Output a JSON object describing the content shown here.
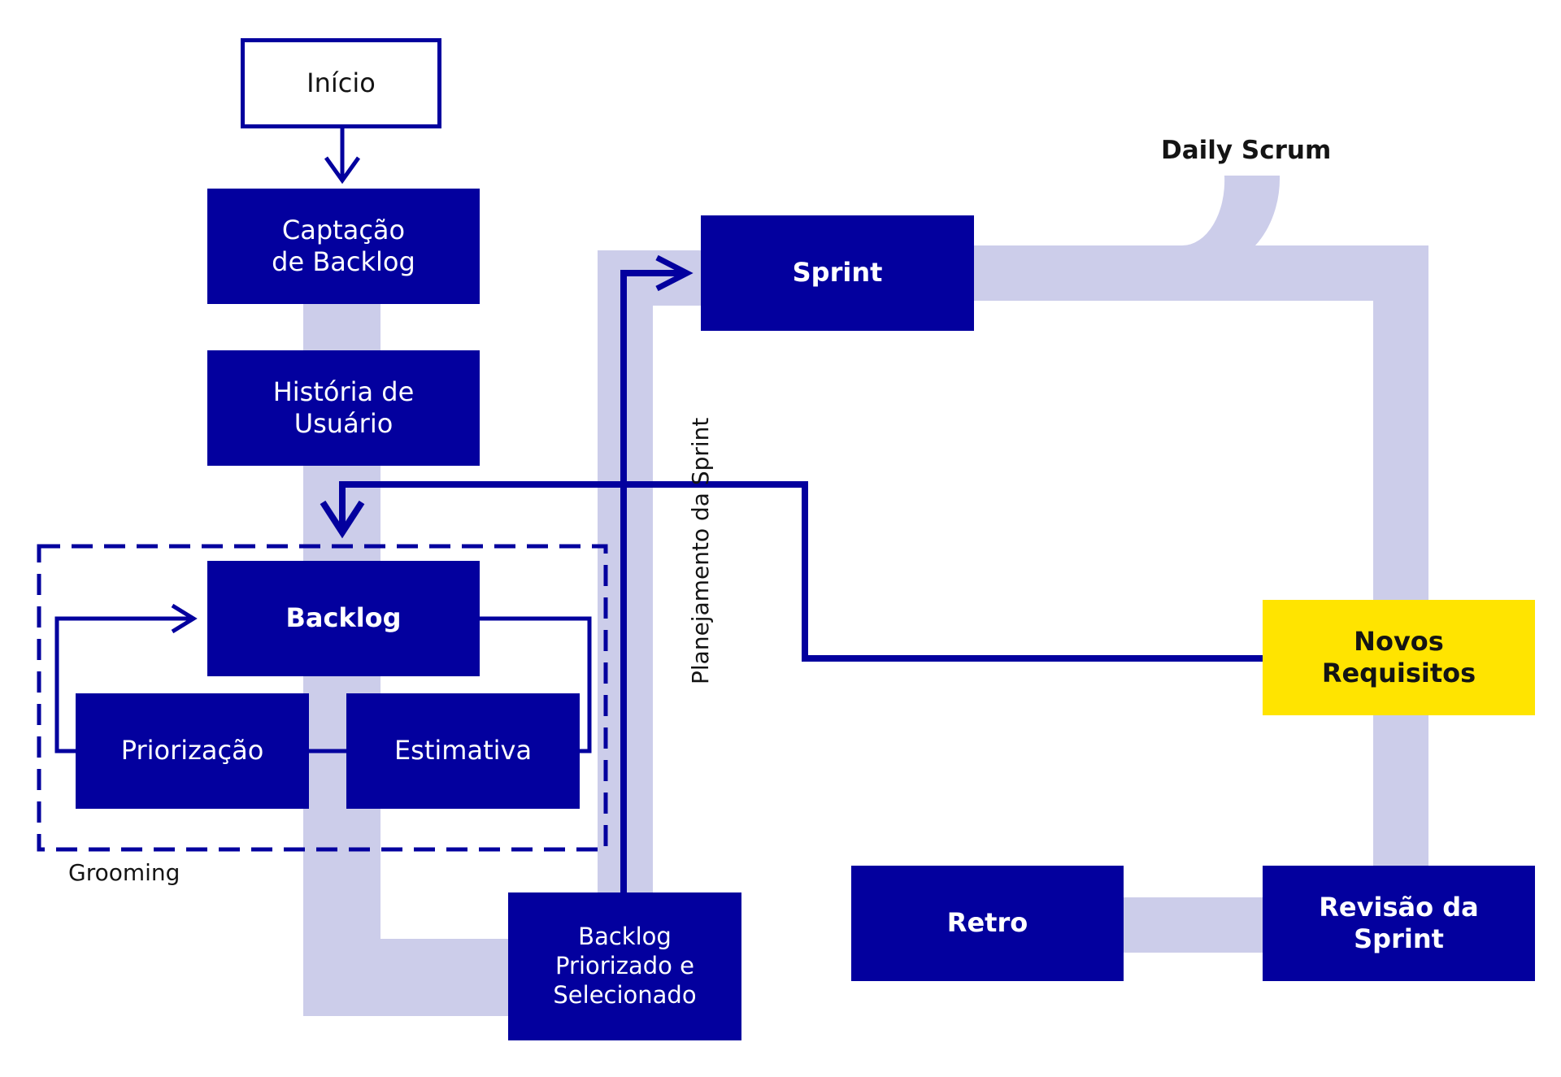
{
  "colors": {
    "primary": "#03009E",
    "track": "#CCCDEA",
    "highlight": "#FFE400",
    "text_dark": "#141414",
    "text_light": "#FFFFFF"
  },
  "nodes": {
    "inicio": "Início",
    "captacao": "Captação\nde Backlog",
    "historia": "História de\nUsuário",
    "backlog": "Backlog",
    "priorizacao": "Priorização",
    "estimativa": "Estimativa",
    "backlog_priorizado": "Backlog\nPriorizado e\nSelecionado",
    "sprint": "Sprint",
    "novos_requisitos": "Novos\nRequisitos",
    "revisao": "Revisão da\nSprint",
    "retro": "Retro"
  },
  "labels": {
    "daily_scrum": "Daily Scrum",
    "grooming": "Grooming",
    "planejamento": "Planejamento da Sprint"
  }
}
